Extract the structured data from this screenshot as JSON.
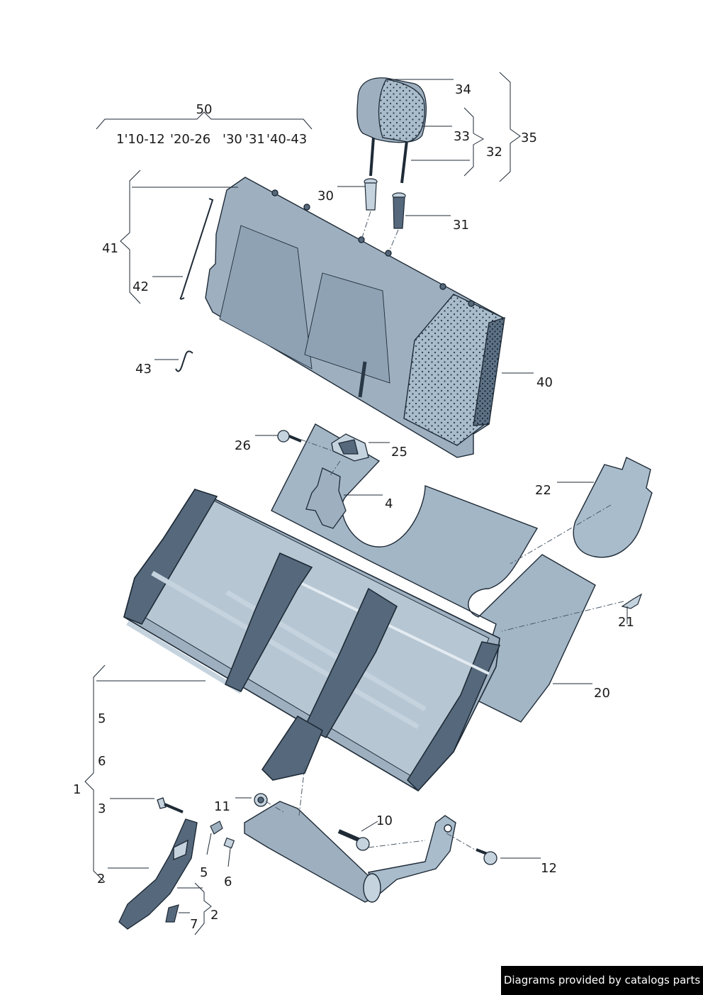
{
  "group_50": {
    "number": "50",
    "codes": [
      "1'10-12",
      "'20-26",
      "'30",
      "'31",
      "'40-43"
    ]
  },
  "callouts": {
    "c34": "34",
    "c33": "33",
    "c32": "32",
    "c35": "35",
    "c30": "30",
    "c31": "31",
    "c41": "41",
    "c42": "42",
    "c43": "43",
    "c40": "40",
    "c26": "26",
    "c25": "25",
    "c4": "4",
    "c22": "22",
    "c21": "21",
    "c20": "20",
    "c5a": "5",
    "c6a": "6",
    "c1": "1",
    "c3": "3",
    "c11": "11",
    "c10": "10",
    "c12": "12",
    "c2a": "2",
    "c5b": "5",
    "c6b": "6",
    "c7": "7",
    "c2b": "2"
  },
  "footer": "Diagrams provided by catalogs parts",
  "colors": {
    "part_fill": "#9eb0c0",
    "part_light": "#c5d3de",
    "part_dark": "#56697c",
    "outline": "#1e2a36",
    "foam": "#a9bccb"
  }
}
